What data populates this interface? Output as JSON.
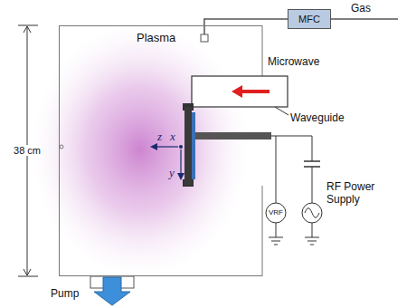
{
  "diagram": {
    "nodes": [
      {
        "text": [
          "Plasma"
        ]
      },
      {
        "text": [
          "MFC"
        ]
      }
    ],
    "edges": [
      {
        "from": 1,
        "to": 0,
        "arrow": "none"
      }
    ],
    "labels": [
      "38 cm",
      "Gas",
      "Microwave",
      "Waveguide",
      "z",
      "x",
      "y",
      "VRF",
      "RF Power Supply",
      "Pump"
    ]
  }
}
